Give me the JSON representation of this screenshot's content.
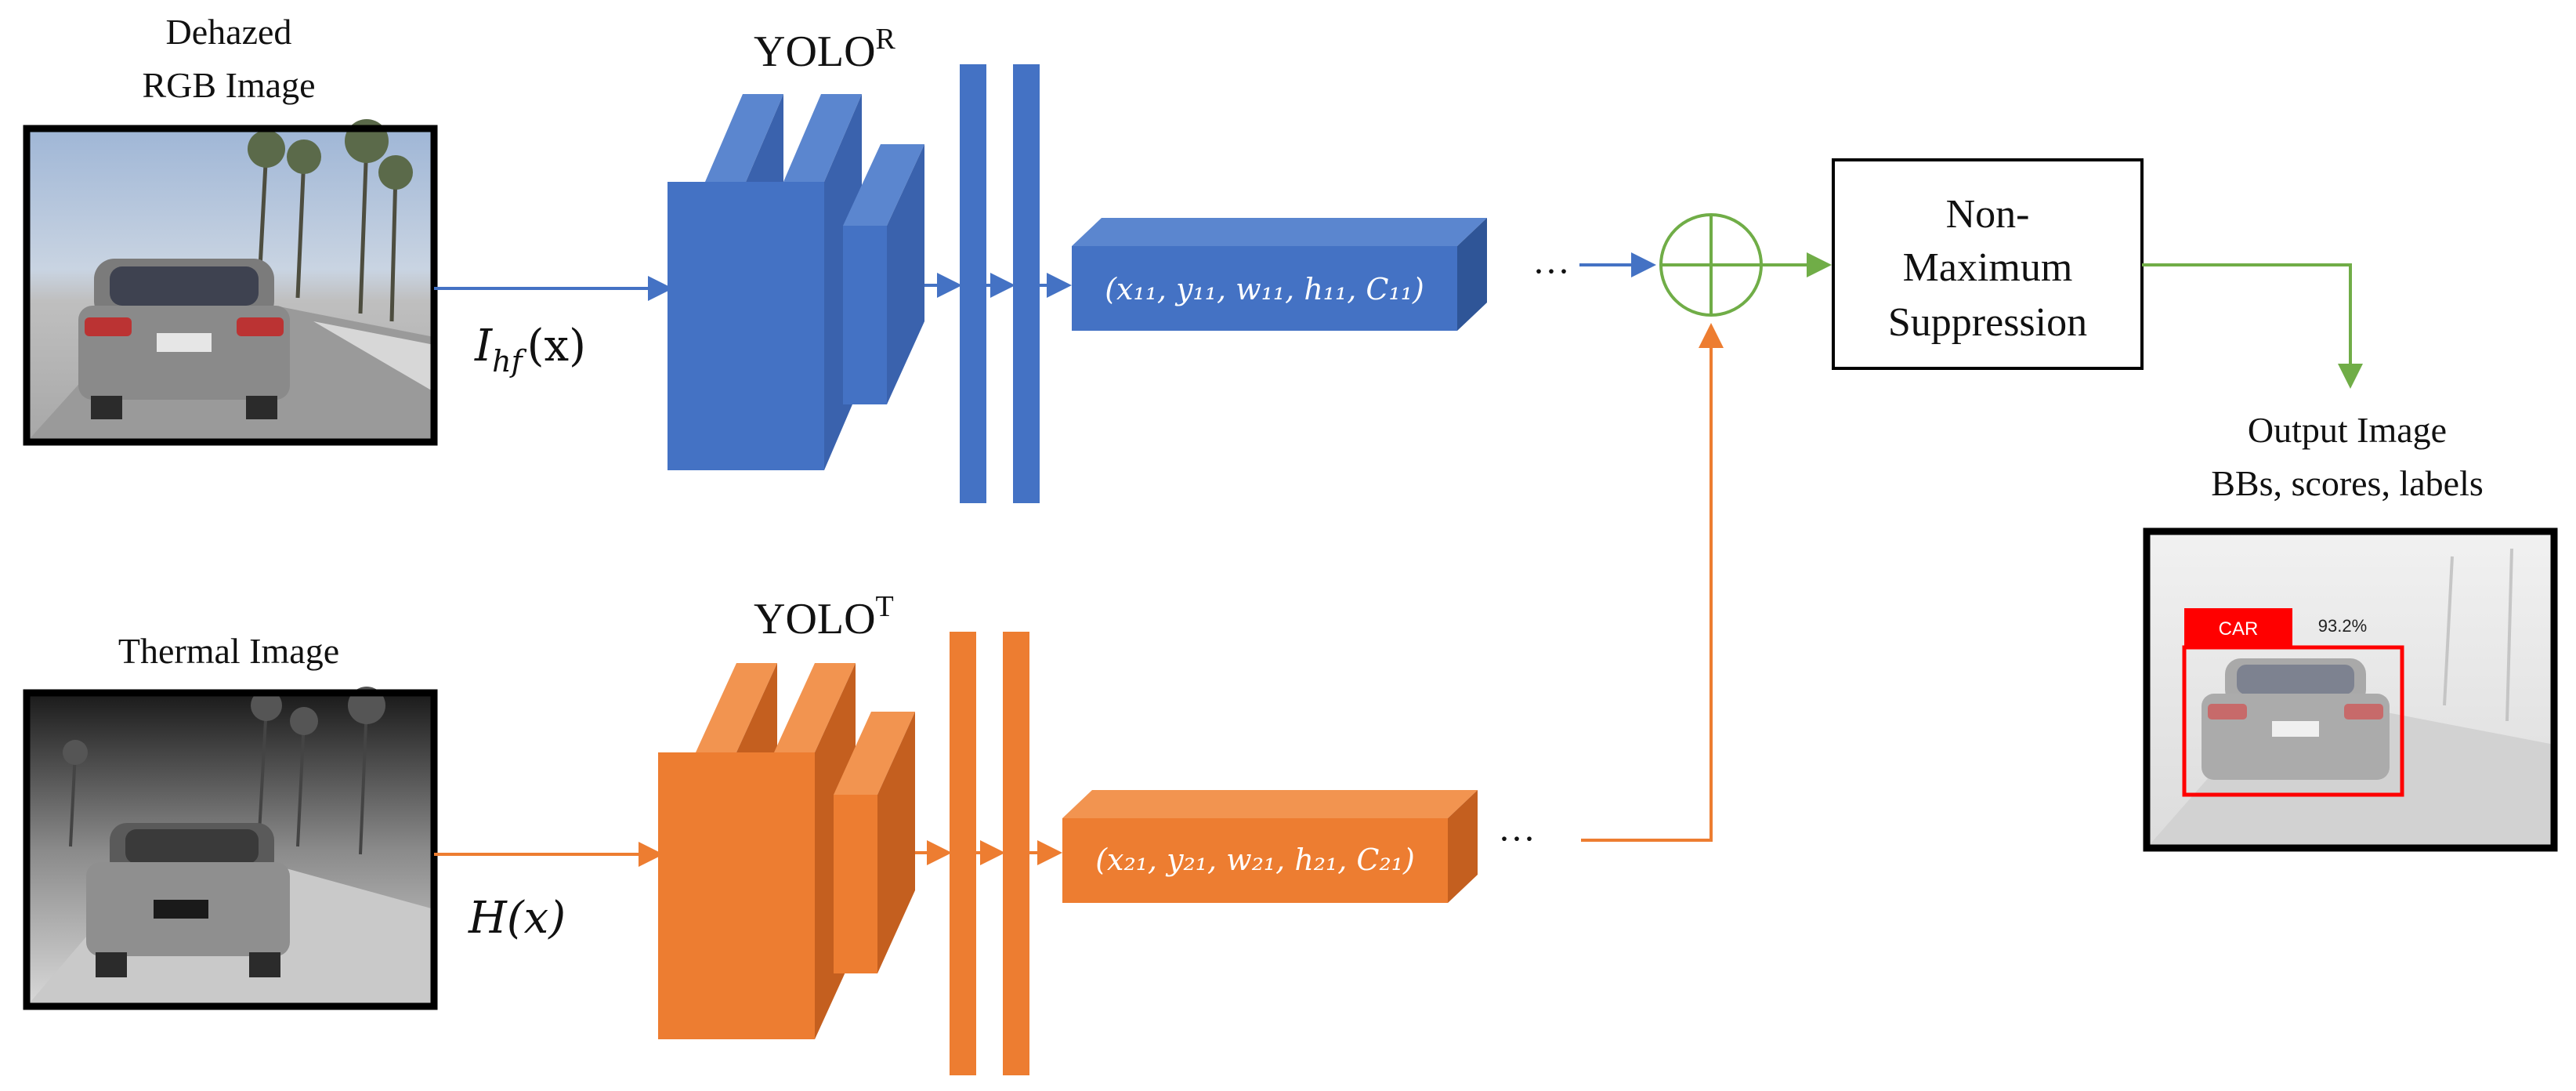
{
  "inputs": {
    "rgb_label_line1": "Dehazed",
    "rgb_label_line2": "RGB  Image",
    "thermal_label": "Thermal Image"
  },
  "functions": {
    "rgb": "I",
    "rgb_sub": "hf",
    "rgb_arg": "(x)",
    "thermal": "H(x)"
  },
  "networks": {
    "rgb_name": "YOLO",
    "rgb_sup": "R",
    "thermal_name": "YOLO",
    "thermal_sup": "T"
  },
  "outputs": {
    "rgb_vector": "(x₁₁, y₁₁,  w₁₁,  h₁₁,  C₁₁)",
    "thermal_vector": "(x₂₁, y₂₁,  w₂₁,  h₂₁,  C₂₁)",
    "ellipsis": "···"
  },
  "nms": {
    "line1": "Non-",
    "line2": "Maximum",
    "line3": "Suppression"
  },
  "result": {
    "line1": "Output Image",
    "line2": "BBs,  scores, labels",
    "detection_label": "CAR",
    "detection_score": "93.2%"
  },
  "colors": {
    "rgb_branch": "#4472c4",
    "thermal_branch": "#ed7d31",
    "fusion": "#70ad47",
    "box_border": "#000000"
  },
  "icons": {
    "fusion": "circle-plus-icon"
  }
}
